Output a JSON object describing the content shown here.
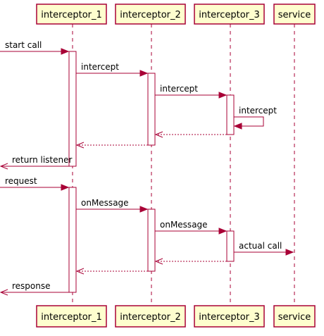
{
  "participants_top": [
    "interceptor_1",
    "interceptor_2",
    "interceptor_3",
    "service"
  ],
  "participants_bottom": [
    "interceptor_1",
    "interceptor_2",
    "interceptor_3",
    "service"
  ],
  "messages": [
    {
      "label": "start call",
      "from": "edge",
      "to": "interceptor_1",
      "style": "solid",
      "direction": "right"
    },
    {
      "label": "intercept",
      "from": "interceptor_1",
      "to": "interceptor_2",
      "style": "solid",
      "direction": "right"
    },
    {
      "label": "intercept",
      "from": "interceptor_2",
      "to": "interceptor_3",
      "style": "solid",
      "direction": "right"
    },
    {
      "label": "intercept",
      "from": "interceptor_3",
      "to": "interceptor_3",
      "style": "self",
      "direction": "self"
    },
    {
      "label": "",
      "from": "interceptor_3",
      "to": "interceptor_2",
      "style": "dashed",
      "direction": "left"
    },
    {
      "label": "",
      "from": "interceptor_2",
      "to": "interceptor_1",
      "style": "dashed",
      "direction": "left"
    },
    {
      "label": "return listener",
      "from": "interceptor_1",
      "to": "edge",
      "style": "solid",
      "direction": "left"
    },
    {
      "label": "request",
      "from": "edge",
      "to": "interceptor_1",
      "style": "solid",
      "direction": "right"
    },
    {
      "label": "onMessage",
      "from": "interceptor_1",
      "to": "interceptor_2",
      "style": "solid",
      "direction": "right"
    },
    {
      "label": "onMessage",
      "from": "interceptor_2",
      "to": "interceptor_3",
      "style": "solid",
      "direction": "right"
    },
    {
      "label": "actual call",
      "from": "interceptor_3",
      "to": "service",
      "style": "solid",
      "direction": "right"
    },
    {
      "label": "",
      "from": "interceptor_3",
      "to": "interceptor_2",
      "style": "dashed",
      "direction": "left"
    },
    {
      "label": "",
      "from": "interceptor_2",
      "to": "interceptor_1",
      "style": "dashed",
      "direction": "left"
    },
    {
      "label": "response",
      "from": "interceptor_1",
      "to": "edge",
      "style": "solid",
      "direction": "left"
    }
  ],
  "colors": {
    "line": "#A80036",
    "box_fill": "#FEFECE",
    "box_stroke": "#A80036"
  }
}
